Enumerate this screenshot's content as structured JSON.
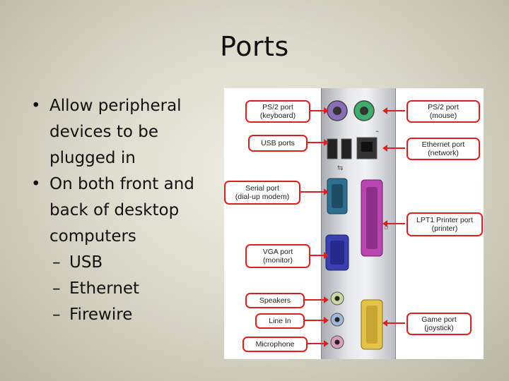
{
  "slide": {
    "title": "Ports",
    "bullets": [
      "Allow peripheral devices to be plugged in",
      "On both front and back of desktop computers"
    ],
    "sub_bullets": [
      "USB",
      "Ethernet",
      "Firewire"
    ]
  },
  "diagram": {
    "left_labels": {
      "ps2_keyboard": [
        "PS/2 port",
        "(keyboard)"
      ],
      "usb": [
        "USB ports"
      ],
      "serial": [
        "Serial port",
        "(dial-up modem)"
      ],
      "vga": [
        "VGA port",
        "(monitor)"
      ],
      "speakers": [
        "Speakers"
      ],
      "line_in": [
        "Line In"
      ],
      "microphone": [
        "Microphone"
      ]
    },
    "right_labels": {
      "ps2_mouse": [
        "PS/2 port",
        "(mouse)"
      ],
      "ethernet": [
        "Ethernet port",
        "(network)"
      ],
      "lpt1": [
        "LPT1 Printer port",
        "(printer)"
      ],
      "game": [
        "Game port",
        "(joystick)"
      ]
    },
    "colors": {
      "accent": "#e02020",
      "keyboard": "#8a6fb8",
      "mouse": "#3fae6a",
      "serial": "#2e6f8f",
      "vga": "#3a3fb0",
      "parallel": "#b845b0",
      "game": "#e3c24a"
    }
  }
}
